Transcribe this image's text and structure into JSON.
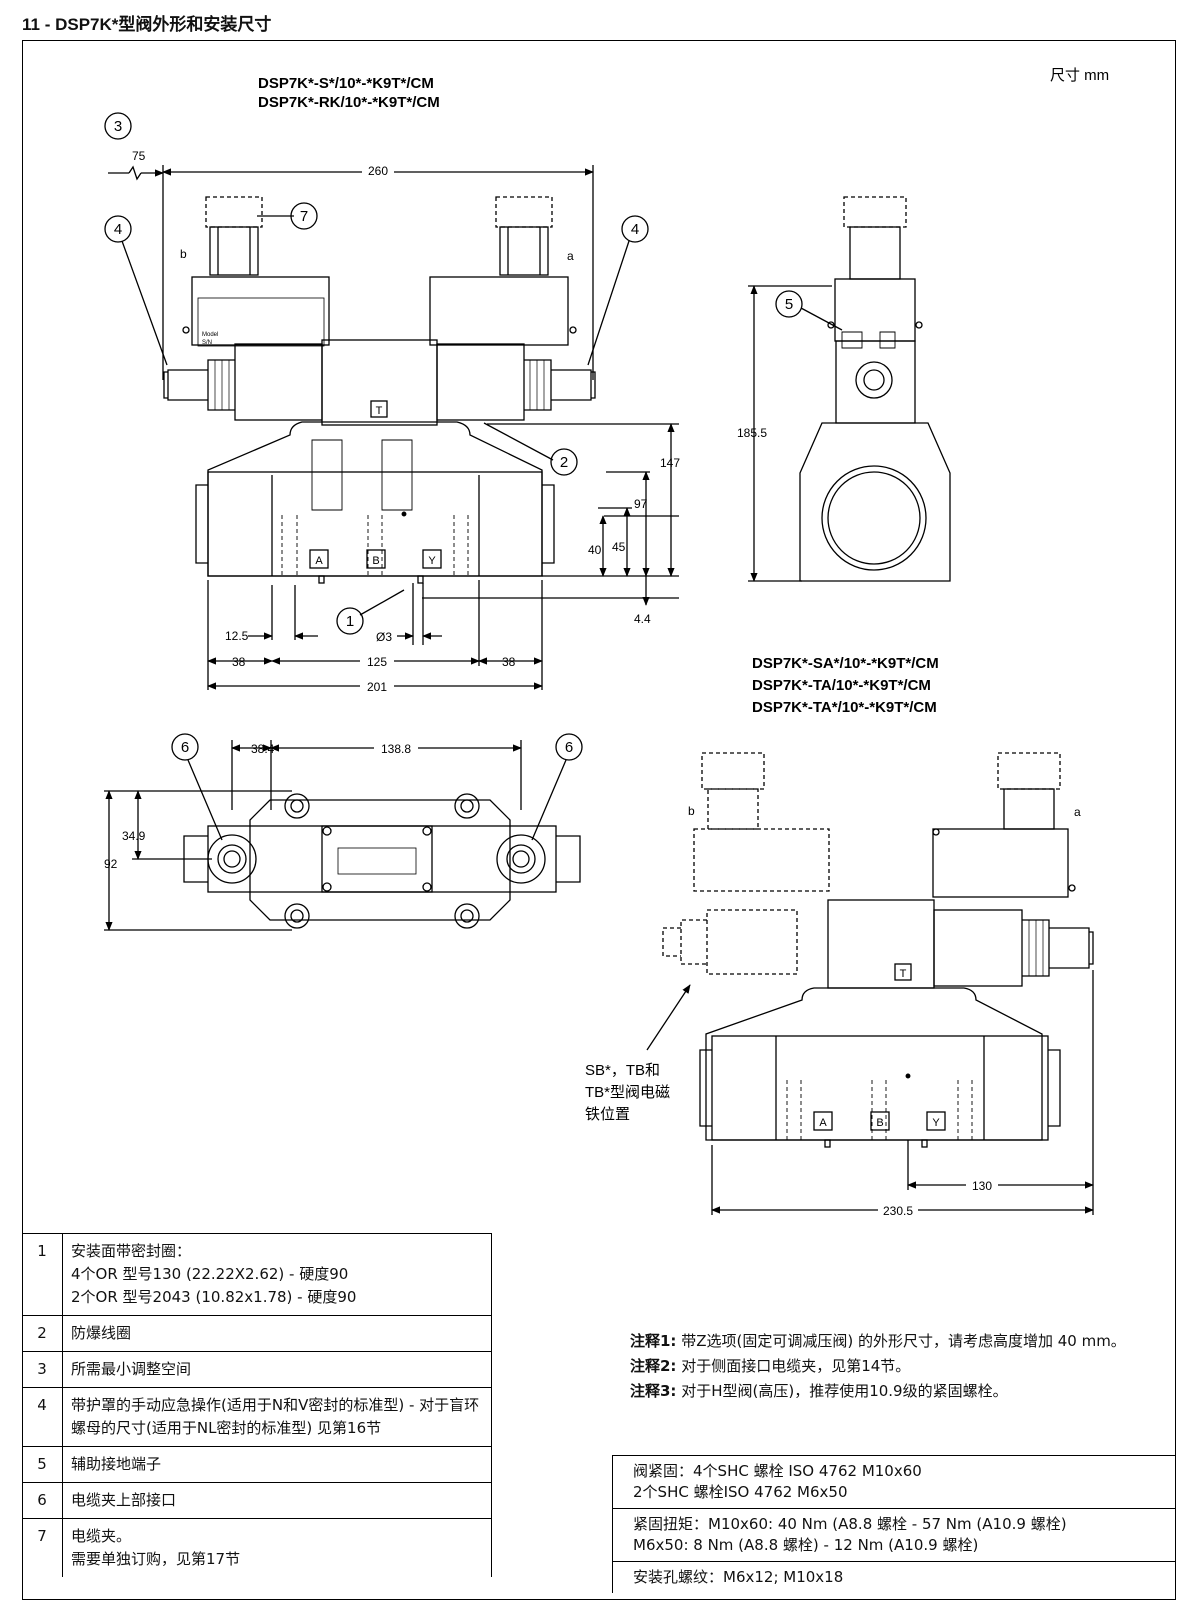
{
  "title": "11 - DSP7K*型阀外形和安装尺寸",
  "unit": "尺寸 mm",
  "view1": {
    "models": [
      "DSP7K*-S*/10*-*K9T*/CM",
      "DSP7K*-RK/10*-*K9T*/CM"
    ],
    "dims": {
      "d75": "75",
      "d260": "260",
      "d147": "147",
      "d97": "97",
      "d40": "40",
      "d45": "45",
      "d44": "4.4",
      "d125a": "12.5",
      "d38a": "38",
      "d125": "125",
      "d38b": "38",
      "d201": "201",
      "dphi3": "Ø3"
    },
    "side_a": "a",
    "side_b": "b",
    "callouts": [
      "3",
      "7",
      "4",
      "4",
      "2",
      "1"
    ],
    "ports": [
      "A",
      "B",
      "Y"
    ],
    "tank_mark": "T",
    "nameplate": {
      "model": "Model",
      "sn": "S/N"
    }
  },
  "view2": {
    "dims": {
      "d1855": "185.5"
    },
    "callouts": [
      "5"
    ]
  },
  "view3": {
    "dims": {
      "d384": "38.4",
      "d1388": "138.8",
      "d349": "34.9",
      "d92": "92"
    },
    "callouts": [
      "6",
      "6"
    ]
  },
  "view4": {
    "models": [
      "DSP7K*-SA*/10*-*K9T*/CM",
      "DSP7K*-TA/10*-*K9T*/CM",
      "DSP7K*-TA*/10*-*K9T*/CM"
    ],
    "side_a": "a",
    "side_b": "b",
    "solenoid_note": [
      "SB*，TB和",
      "TB*型阀电磁",
      "铁位置"
    ],
    "dims": {
      "d130": "130",
      "d2305": "230.5"
    },
    "ports": [
      "A",
      "B",
      "Y"
    ],
    "tank_mark": "T"
  },
  "legend": [
    {
      "num": "1",
      "text": "安装面带密封圈：\n4个OR 型号130 (22.22X2.62) - 硬度90\n2个OR 型号2043 (10.82x1.78) - 硬度90"
    },
    {
      "num": "2",
      "text": "防爆线圈"
    },
    {
      "num": "3",
      "text": "所需最小调整空间"
    },
    {
      "num": "4",
      "text": "带护罩的手动应急操作(适用于N和V密封的标准型) - 对于盲环螺母的尺寸(适用于NL密封的标准型) 见第16节"
    },
    {
      "num": "5",
      "text": "辅助接地端子"
    },
    {
      "num": "6",
      "text": "电缆夹上部接口"
    },
    {
      "num": "7",
      "text": "电缆夹。\n需要单独订购，见第17节"
    }
  ],
  "notes": [
    {
      "label": "注释1:",
      "text": " 带Z选项(固定可调减压阀) 的外形尺寸，请考虑高度增加 40 mm。"
    },
    {
      "label": "注释2:",
      "text": " 对于侧面接口电缆夹，见第14节。"
    },
    {
      "label": "注释3:",
      "text": " 对于H型阀(高压)，推荐使用10.9级的紧固螺栓。"
    }
  ],
  "bolts": [
    "阀紧固：4个SHC 螺栓 ISO 4762 M10x60\n            2个SHC 螺栓ISO 4762 M6x50",
    "紧固扭矩：M10x60: 40 Nm (A8.8 螺栓 - 57 Nm (A10.9 螺栓)\n               M6x50:  8 Nm (A8.8 螺栓) - 12 Nm (A10.9 螺栓)",
    "安装孔螺纹：M6x12; M10x18"
  ]
}
